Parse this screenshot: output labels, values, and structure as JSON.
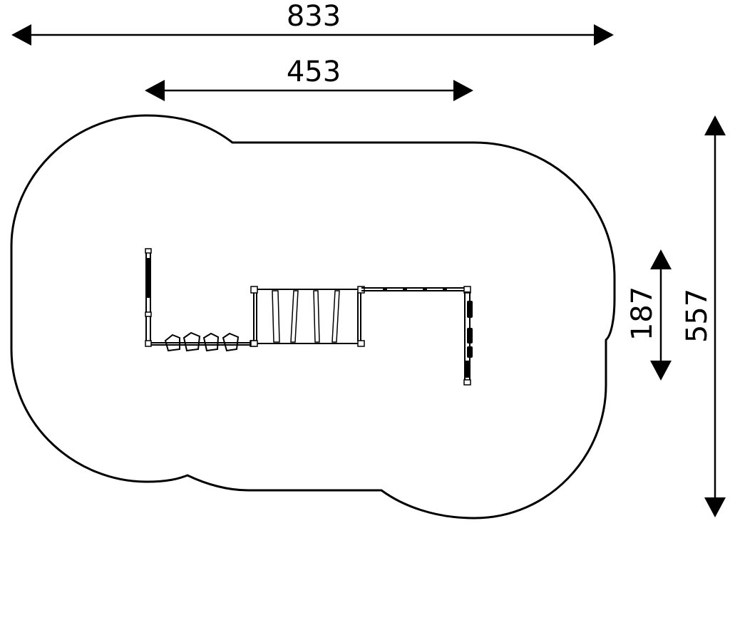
{
  "diagram": {
    "dimensions": {
      "overall_width": "833",
      "equipment_width": "453",
      "equipment_depth": "187",
      "overall_depth": "557"
    },
    "colors": {
      "line": "#000000",
      "background": "#ffffff"
    }
  }
}
